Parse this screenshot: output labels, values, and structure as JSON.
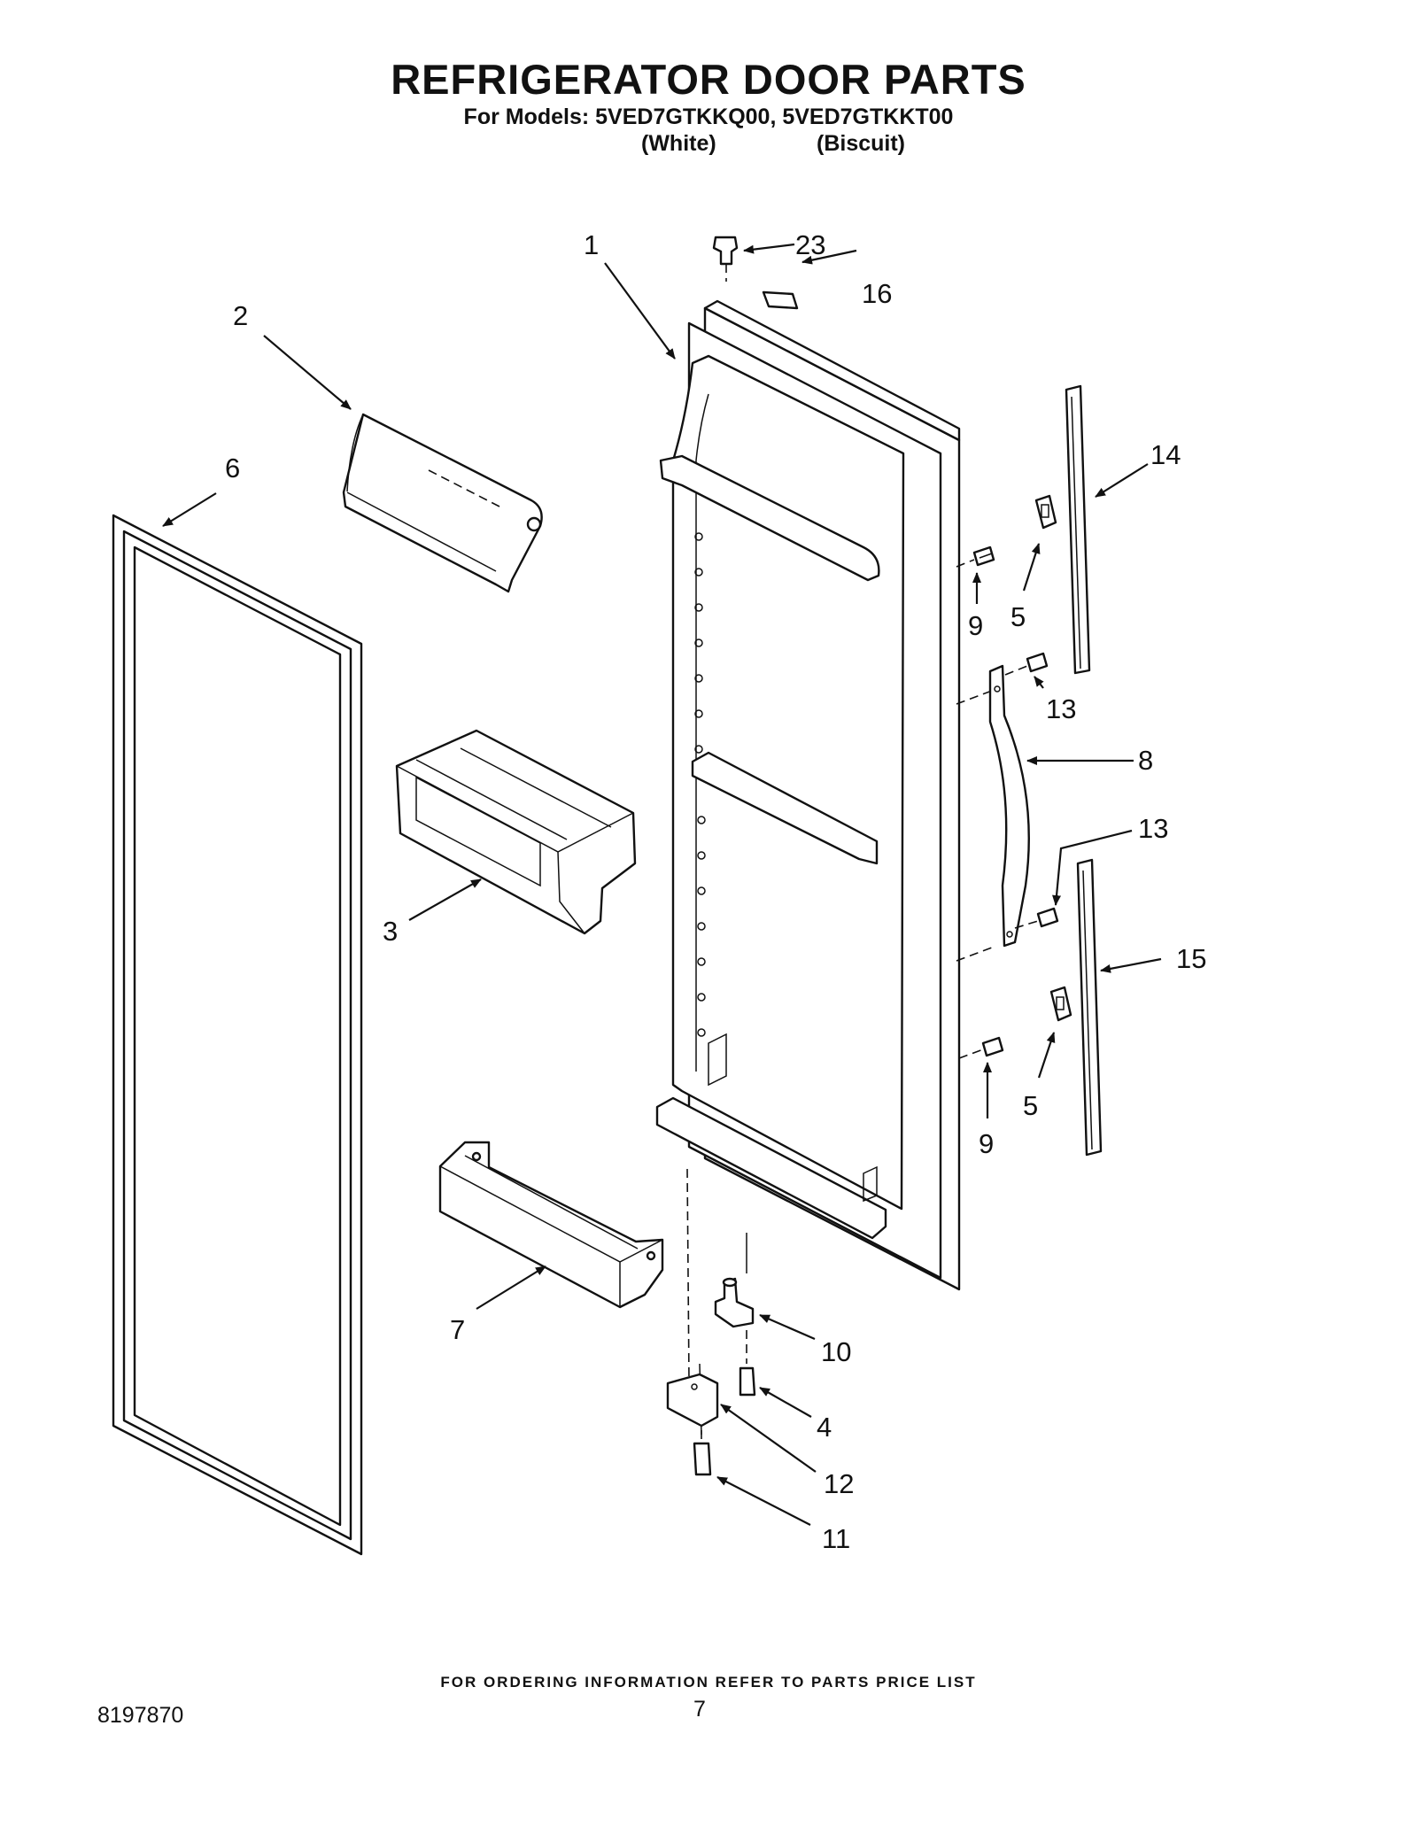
{
  "header": {
    "title": "REFRIGERATOR DOOR PARTS",
    "models_line": "For Models: 5VED7GTKKQ00, 5VED7GTKKT00",
    "variant_white": "(White)",
    "variant_biscuit": "(Biscuit)"
  },
  "callouts": {
    "c1": "1",
    "c2": "2",
    "c3": "3",
    "c4": "4",
    "c5a": "5",
    "c5b": "5",
    "c6": "6",
    "c7": "7",
    "c8": "8",
    "c9a": "9",
    "c9b": "9",
    "c10": "10",
    "c11": "11",
    "c12": "12",
    "c13a": "13",
    "c13b": "13",
    "c14": "14",
    "c15": "15",
    "c16": "16",
    "c23": "23"
  },
  "footer": {
    "note": "FOR ORDERING INFORMATION REFER TO PARTS PRICE LIST",
    "doc_number": "8197870",
    "page_number": "7"
  }
}
